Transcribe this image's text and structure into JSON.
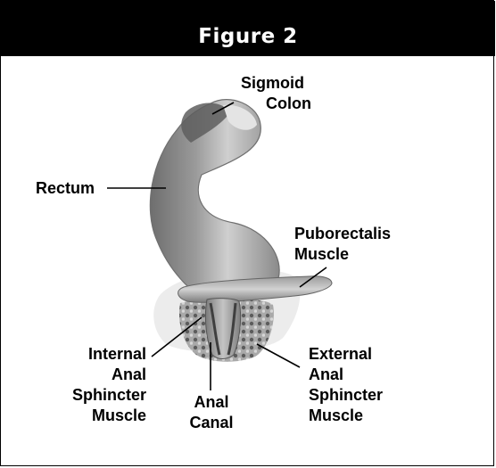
{
  "figure": {
    "title": "Figure 2"
  },
  "labels": {
    "sigmoid_colon": [
      "Sigmoid",
      "Colon"
    ],
    "rectum": [
      "Rectum"
    ],
    "puborectalis": [
      "Puborectalis",
      "Muscle"
    ],
    "internal_sphincter": [
      "Internal",
      "Anal",
      "Sphincter",
      "Muscle"
    ],
    "anal_canal": [
      "Anal",
      "Canal"
    ],
    "external_sphincter": [
      "External",
      "Anal",
      "Sphincter",
      "Muscle"
    ]
  }
}
